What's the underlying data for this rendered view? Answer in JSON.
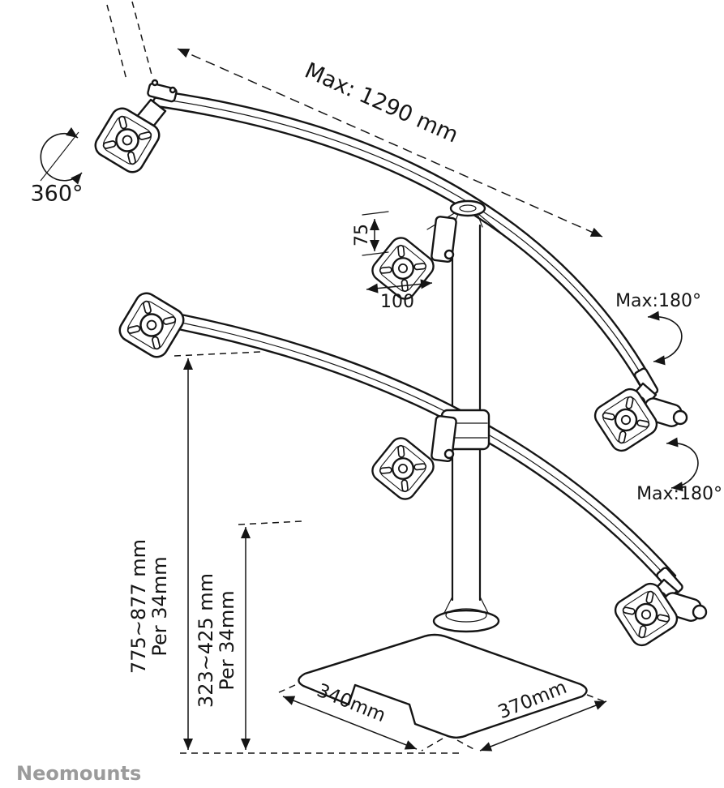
{
  "brand": {
    "name": "Neomounts"
  },
  "labels": {
    "max_width": "Max: 1290 mm",
    "swivel": "360°",
    "vesa_75": "75",
    "vesa_100": "100",
    "tilt_top": "Max:180°",
    "tilt_bottom": "Max:180°",
    "height_upper_line1": "775~877 mm",
    "height_upper_line2": "Per 34mm",
    "height_lower_line1": "323~425 mm",
    "height_lower_line2": "Per 34mm",
    "base_width": "340mm",
    "base_depth": "370mm"
  },
  "icons": {
    "swivel_icon": "circular-rotation-arrow",
    "tilt_top_icon": "tilt-rotation-arrow",
    "tilt_bottom_icon": "tilt-rotation-arrow"
  },
  "colors": {
    "background": "#ffffff",
    "line": "#151515",
    "logo": "#9b9b9b"
  }
}
